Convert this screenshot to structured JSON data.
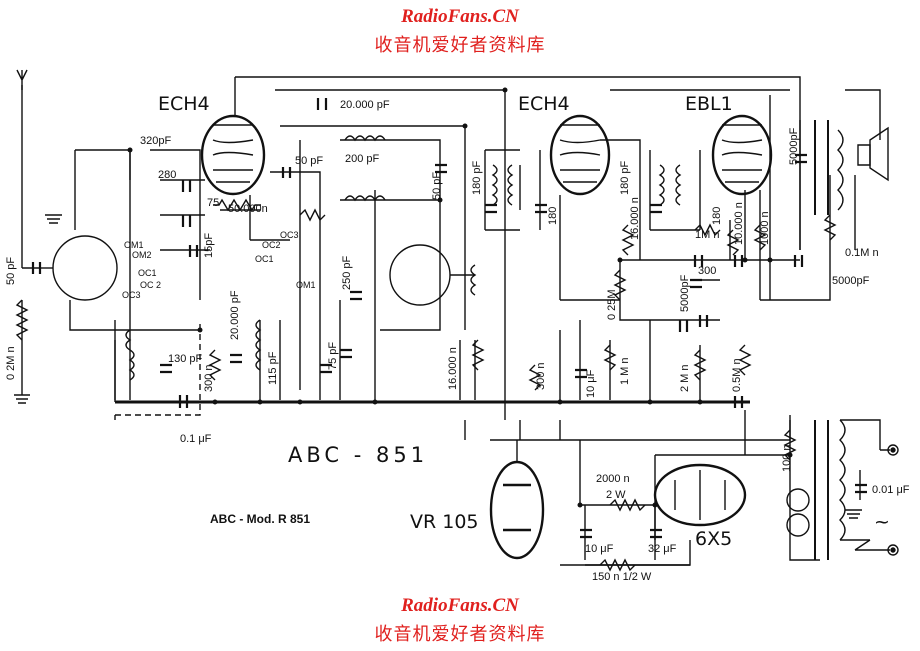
{
  "watermark": {
    "site": "RadioFans.CN",
    "chinese": "收音机爱好者资料库"
  },
  "tubes": {
    "ech4_1": "ECH4",
    "ech4_2": "ECH4",
    "ebl1": "EBL1",
    "vr105": "VR 105",
    "rect": "6X5"
  },
  "title": {
    "model_big": "ABC - 851",
    "model_small": "ABC - Mod. R 851"
  },
  "components": {
    "c_20000": "20.000 pF",
    "c_320": "320pF",
    "c_50pf_top": "50 pF",
    "c_200": "200 pF",
    "c_50pf_b": "50 pF",
    "c_280": "280",
    "c_75a": "75",
    "c_15": "15pF",
    "r_50000": "50.000n",
    "c_180a": "180 pF",
    "c_180b": "180",
    "c_180c": "180 pF",
    "c_180d": "180",
    "r_16000a": "16.000 n",
    "r_1m": "1M n",
    "r_10000": "10.000 n",
    "r_1000": "1000 n",
    "c_5000a": "5000pF",
    "r_01m": "0.1M n",
    "c_5000b": "5000pF",
    "c_300": "300",
    "c_5000c": "5000pF",
    "r_025m": "0 25M",
    "r_2m": "2 M n",
    "r_05m": "0.5M n",
    "c_50pf_ant": "50 pF",
    "r_02m": "0 2M n",
    "c_130": "130 pF",
    "c_01uf": "0.1 μF",
    "r_300a": "300 n",
    "c_20000b": "20.000 pF",
    "c_115": "115 pF",
    "c_75b": "75 pF",
    "c_250": "250 pF",
    "r_16000b": "16.000 n",
    "r_300b": "300 n",
    "c_10uf": "10 μF",
    "r_1mb": "1 M n",
    "r_2000": "2000 n",
    "w_2": "2 W",
    "c_10uf_b": "10 μF",
    "c_32uf": "32 μF",
    "r_150": "150 n  1/2 W",
    "r_100": "100 n",
    "c_001": "0.01 μF",
    "ac": "~",
    "oc3": "OC3",
    "oc2": "OC2",
    "oc1": "OC1",
    "om1": "OM1",
    "om1b": "OM1",
    "om2": "OM2",
    "oc1b": "OC1",
    "oc2b": "OC 2",
    "oc3b": "OC3"
  },
  "colors": {
    "ink": "#111111",
    "watermark": "#e0201e"
  }
}
